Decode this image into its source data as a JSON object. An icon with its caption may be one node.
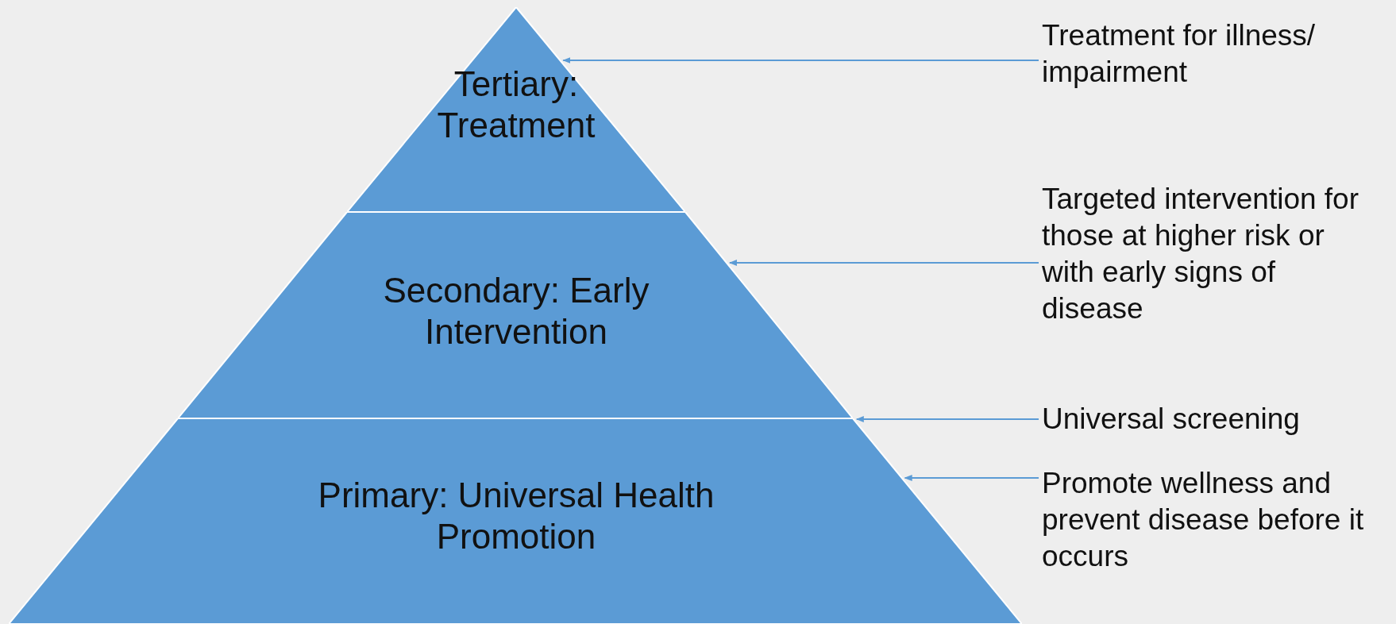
{
  "diagram": {
    "nodes": [
      {
        "text": [
          "Tertiary: Treatment"
        ]
      },
      {
        "text": [
          "Secondary: Early Intervention"
        ]
      },
      {
        "text": [
          "Primary: Universal Health Promotion"
        ]
      },
      {
        "text": [
          "Treatment for illness/ impairment"
        ]
      },
      {
        "text": [
          "Targeted intervention for those at higher risk or with early signs of disease"
        ]
      },
      {
        "text": [
          "Universal screening"
        ]
      },
      {
        "text": [
          "Promote wellness and prevent disease before it occurs"
        ]
      }
    ],
    "edges": [
      {
        "from": 3,
        "to": 0,
        "arrow": "to"
      },
      {
        "from": 4,
        "to": 1,
        "arrow": "to"
      },
      {
        "from": 5,
        "to": 2,
        "arrow": "to"
      },
      {
        "from": 6,
        "to": 2,
        "arrow": "to"
      }
    ]
  }
}
